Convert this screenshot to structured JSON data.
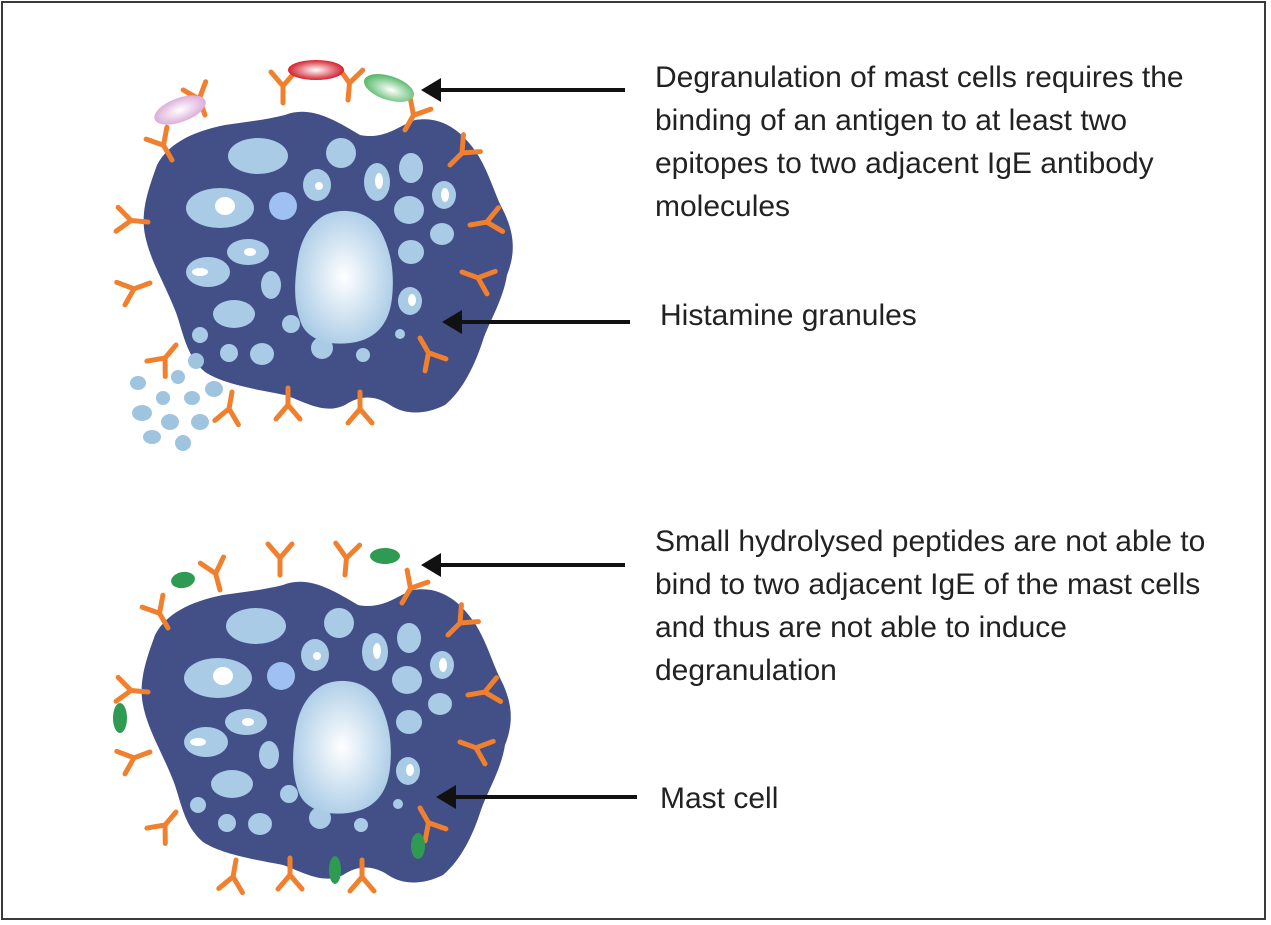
{
  "labels": {
    "degranulation": "Degranulation of mast cells requires the binding of an antigen to at least two epitopes to two adjacent IgE antibody molecules",
    "histamine": "Histamine granules",
    "hydrolysed": "Small hydrolysed peptides are not able to bind to two adjacent IgE of the mast cells and thus are not able to induce degranulation",
    "mast_cell": "Mast cell"
  },
  "colors": {
    "cell_body": "#434f87",
    "granule": "#a9cbe6",
    "granule_light": "#c5dcef",
    "granule_blue": "#9ec0f2",
    "nucleus_center": "#ffffff",
    "nucleus_edge": "#a9cbe6",
    "antibody": "#f0802e",
    "antigen_red": "#d3222f",
    "antigen_green": "#58b86a",
    "antigen_pink": "#d9a6d6",
    "peptide": "#2f9a52",
    "released_granule": "#9fc4e0",
    "arrow": "#111111",
    "border": "#3a3a3a",
    "text": "#222222"
  }
}
